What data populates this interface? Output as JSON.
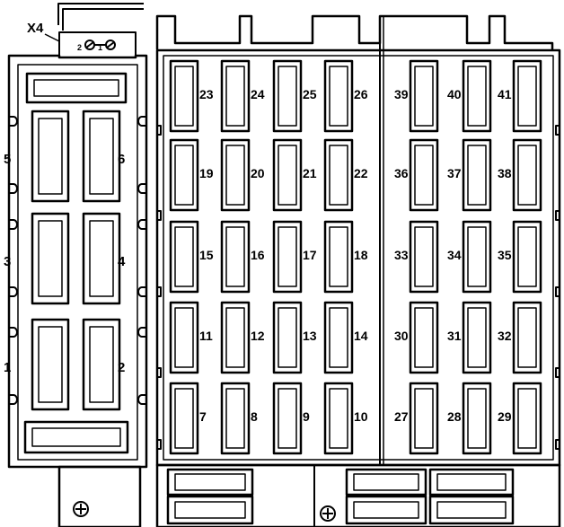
{
  "connector": {
    "label": "X4",
    "pin_left": "2",
    "pin_right": "1"
  },
  "left_block_fuses": [
    "1",
    "2",
    "3",
    "4",
    "5",
    "6"
  ],
  "main_panel_fuses": {
    "rows": [
      [
        "23",
        "24",
        "25",
        "26",
        "39",
        "40",
        "41"
      ],
      [
        "19",
        "20",
        "21",
        "22",
        "36",
        "37",
        "38"
      ],
      [
        "15",
        "16",
        "17",
        "18",
        "33",
        "34",
        "35"
      ],
      [
        "11",
        "12",
        "13",
        "14",
        "30",
        "31",
        "32"
      ],
      [
        "7",
        "8",
        "9",
        "10",
        "27",
        "28",
        "29"
      ]
    ]
  },
  "icons": {
    "ground_terminal": "ground-screw-icon",
    "connector_symbol": "connector-pins-icon"
  }
}
